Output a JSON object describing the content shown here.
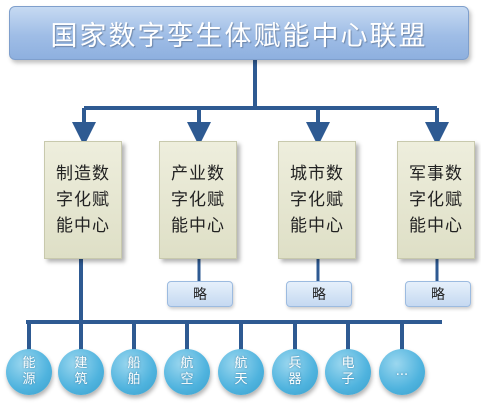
{
  "title": "国家数字孪生体赋能中心联盟",
  "centers": [
    {
      "label": "制造数字化赋能中心",
      "has_omit": false
    },
    {
      "label": "产业数字化赋能中心",
      "has_omit": true
    },
    {
      "label": "城市数字化赋能中心",
      "has_omit": true
    },
    {
      "label": "军事数字化赋能中心",
      "has_omit": true
    }
  ],
  "omit_label": "略",
  "industries": [
    "能源",
    "建筑",
    "船舶",
    "航空",
    "航天",
    "兵器",
    "电子",
    "..."
  ],
  "colors": {
    "connector": "#2e5a92",
    "title_fill": "#9fbde6",
    "center_fill": "#dedfc6",
    "omit_fill": "#c5d9f1",
    "industry_fill": "#4fb3de"
  }
}
